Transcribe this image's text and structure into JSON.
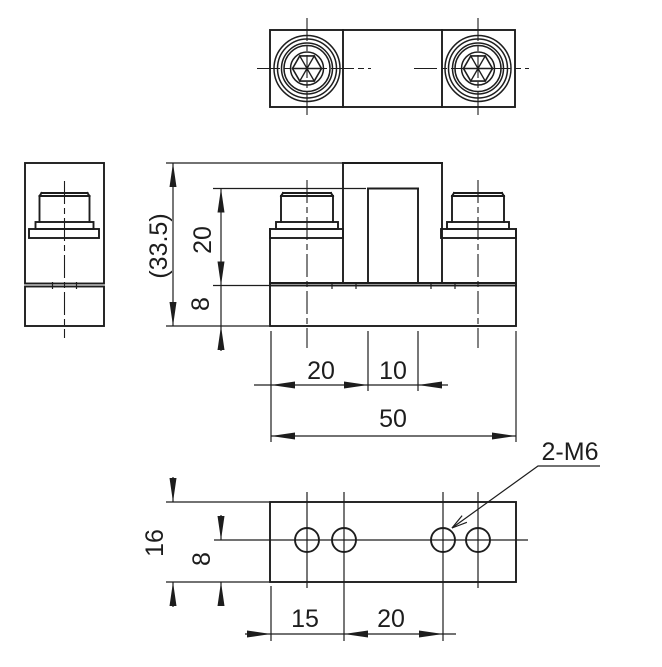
{
  "drawing": {
    "colors": {
      "background": "#ffffff",
      "line": "#1d1d1d"
    },
    "labels": {
      "front_total_height": "(33.5)",
      "front_upper_height": "20",
      "front_base_height": "8",
      "front_offset_width": "20",
      "front_column_width": "10",
      "front_total_width": "50",
      "bottom_depth": "16",
      "bottom_hole_offset": "8",
      "bottom_edge_to_hole": "15",
      "bottom_hole_pitch": "20",
      "thread_callout": "2-M6"
    }
  }
}
